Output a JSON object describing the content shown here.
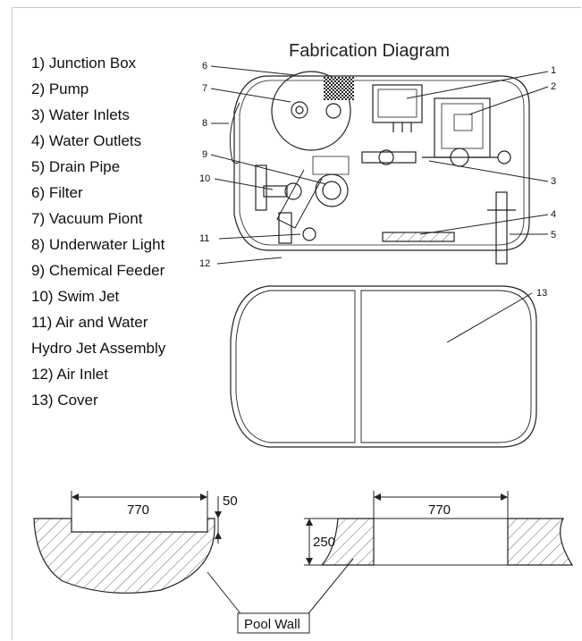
{
  "title": "Fabrication Diagram",
  "legend": [
    "1) Junction Box",
    "2) Pump",
    "3) Water Inlets",
    "4) Water Outlets",
    "5) Drain Pipe",
    "6) Filter",
    "7) Vacuum Piont",
    "8) Underwater Light",
    "9) Chemical Feeder",
    "10) Swim Jet",
    "11) Air and Water",
    "Hydro Jet Assembly",
    "12) Air Inlet",
    "13) Cover"
  ],
  "callouts": [
    "1",
    "2",
    "3",
    "4",
    "5",
    "6",
    "7",
    "8",
    "9",
    "10",
    "11",
    "12",
    "13"
  ],
  "dimensions": {
    "left_width": "770",
    "left_depth": "50",
    "right_width": "770",
    "right_depth": "250"
  },
  "pool_wall_label": "Pool Wall"
}
